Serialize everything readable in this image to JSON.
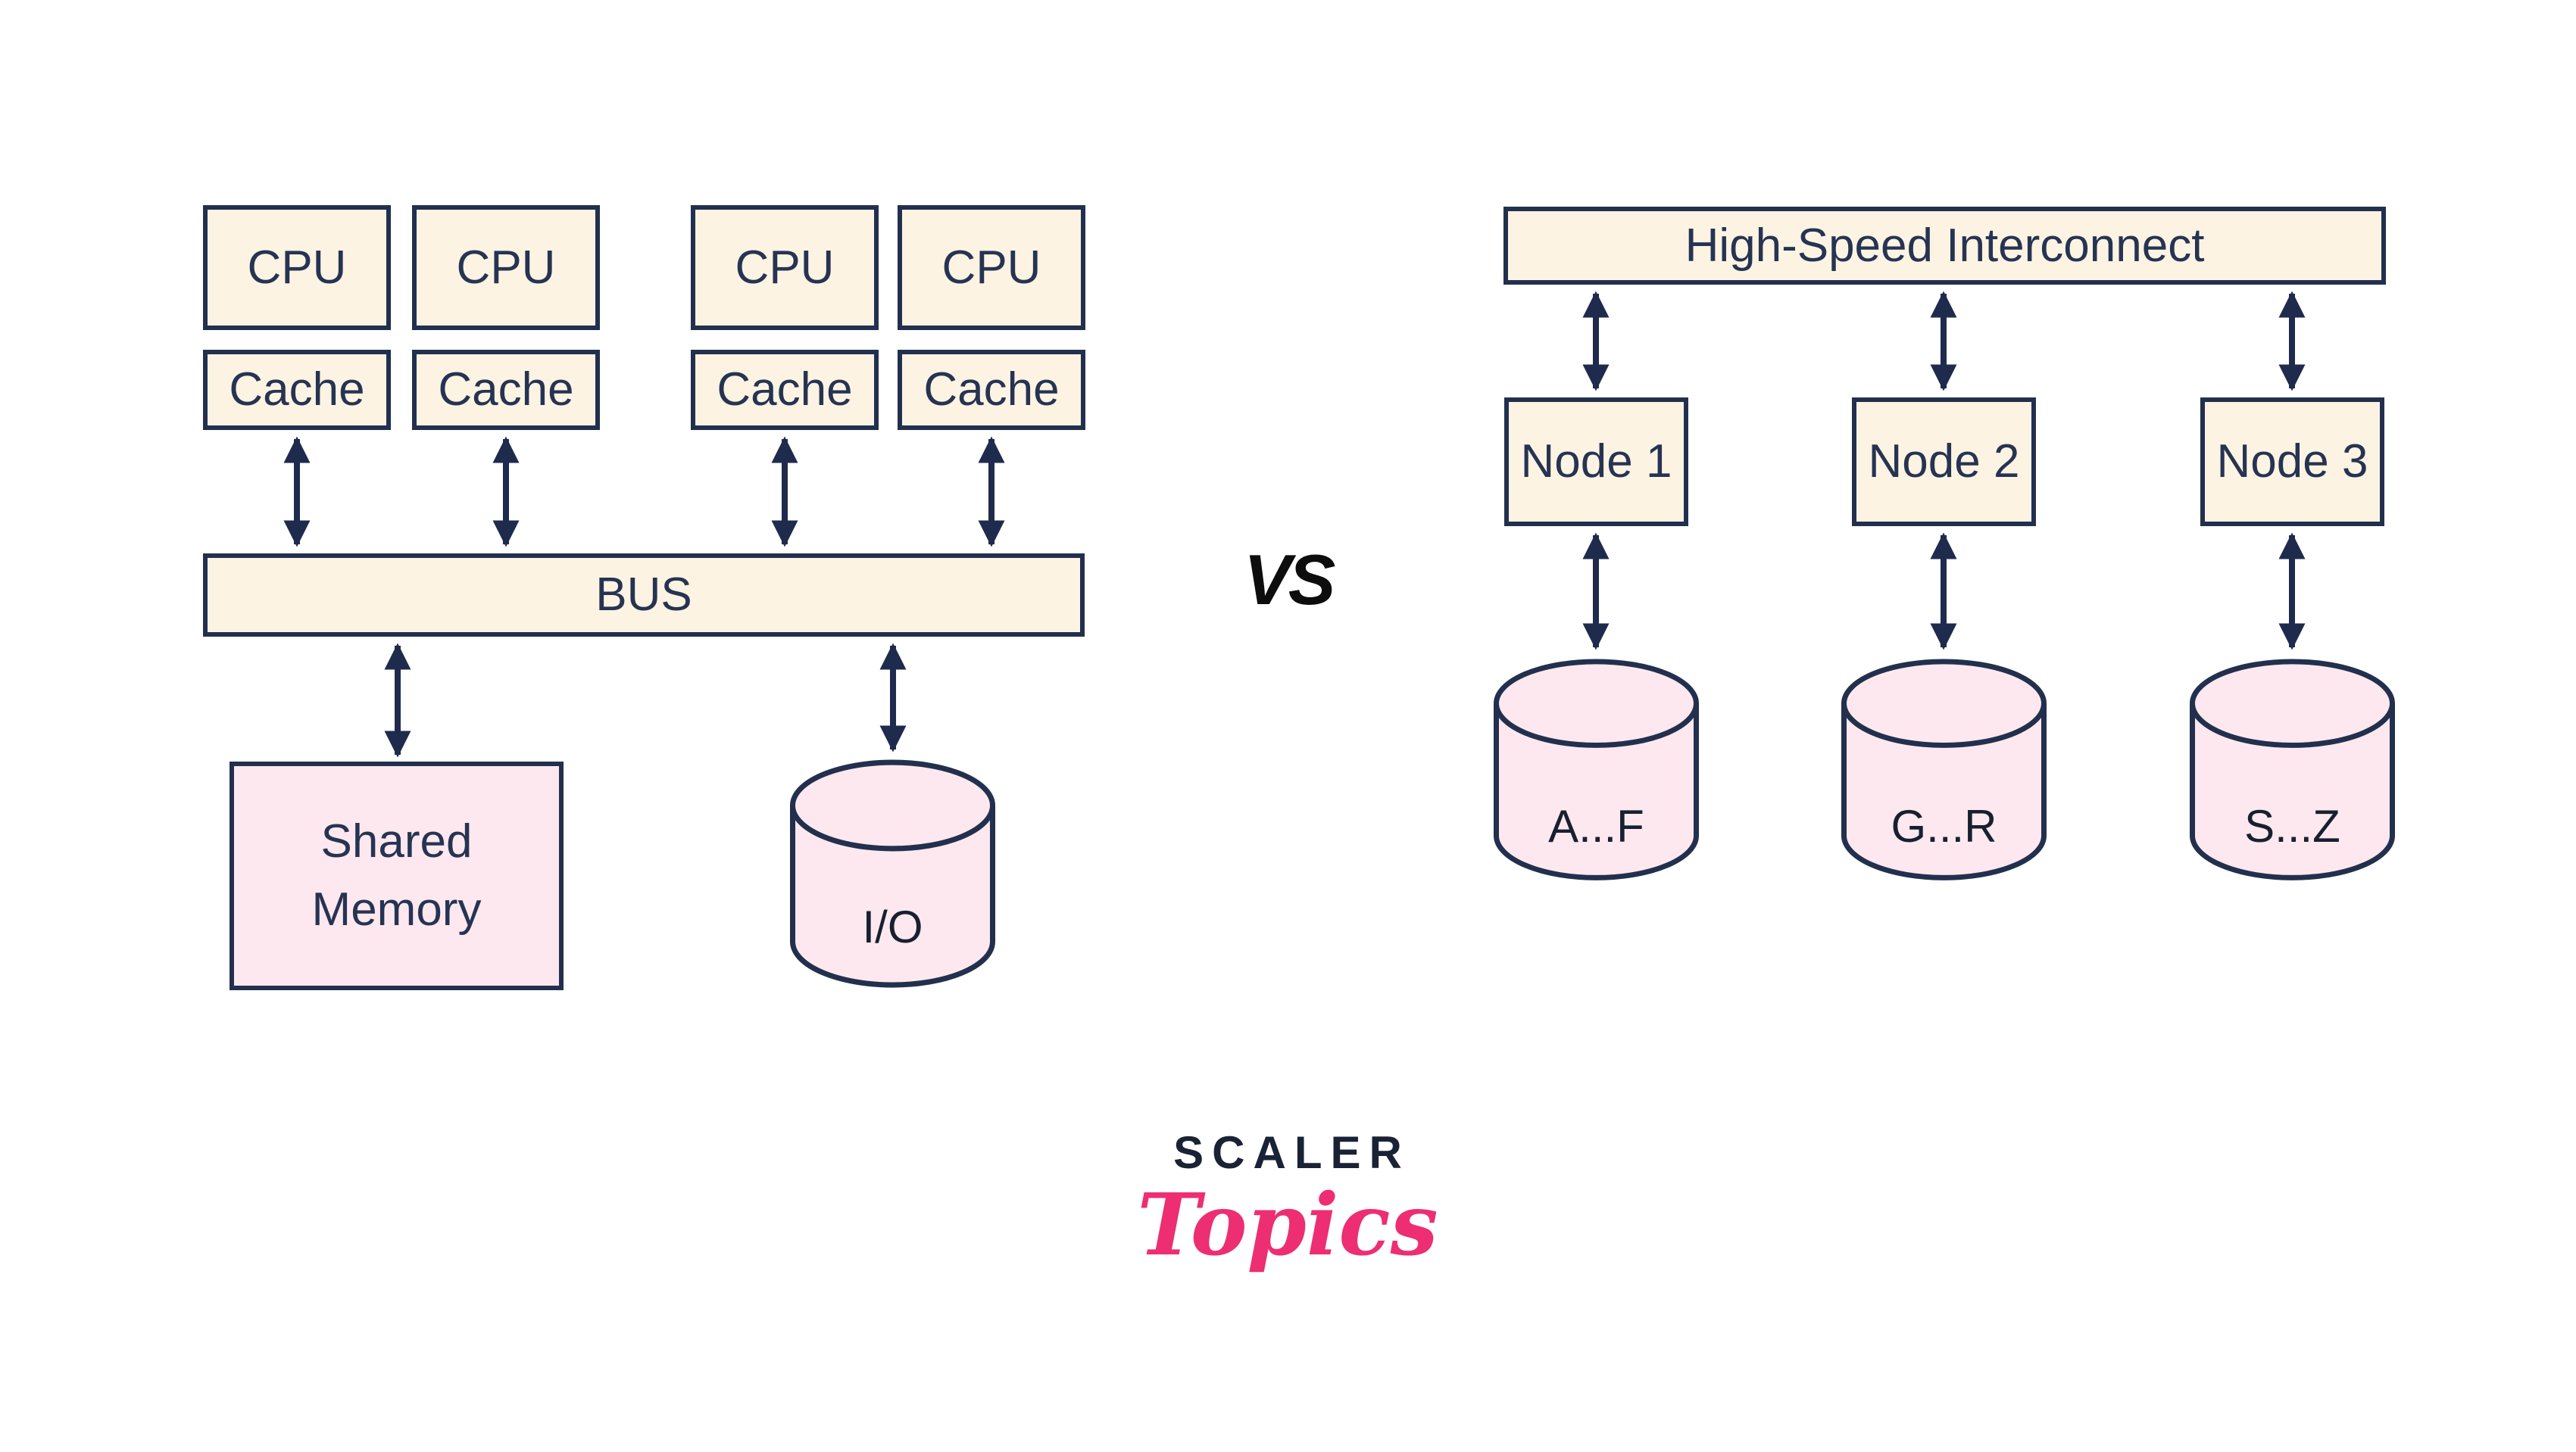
{
  "left_diagram": {
    "cpu_labels": [
      "CPU",
      "CPU",
      "CPU",
      "CPU"
    ],
    "cache_labels": [
      "Cache",
      "Cache",
      "Cache",
      "Cache"
    ],
    "bus_label": "BUS",
    "shared_memory_label": "Shared Memory",
    "io_label": "I/O"
  },
  "comparison": {
    "vs_label": "VS"
  },
  "right_diagram": {
    "interconnect_label": "High-Speed Interconnect",
    "node_labels": [
      "Node 1",
      "Node 2",
      "Node 3"
    ],
    "shard_labels": [
      "A...F",
      "G...R",
      "S...Z"
    ]
  },
  "brand": {
    "name_top": "SCALER",
    "name_script": "Topics"
  },
  "colors": {
    "box_fill_cream": "#fcf3e3",
    "box_fill_pink": "#fce8ee",
    "outline_navy": "#22304e",
    "text_navy": "#263452",
    "arrow_navy": "#1f2b4d",
    "vs_black": "#0d0d0d",
    "brand_navy": "#1a2235",
    "brand_pink": "#ed2e72",
    "background": "#ffffff"
  }
}
